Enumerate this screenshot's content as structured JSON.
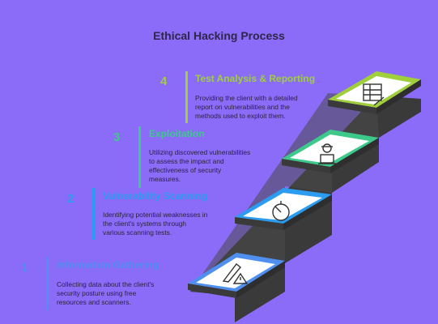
{
  "title": "Ethical Hacking Process",
  "colors": {
    "background": "#8b6cf8",
    "step1": "#4f8ff0",
    "step2": "#2b9cf0",
    "step3": "#3cc98a",
    "step4": "#9fcf3a",
    "stair_top": "#ffffff",
    "stair_side": "#3a3a3a"
  },
  "steps": [
    {
      "number": "1",
      "title": "Information Gathering",
      "description": "Collecting data about the client's\nsecurity posture using free\nresources and scanners.",
      "icon": "knife-warning-icon"
    },
    {
      "number": "2",
      "title": "Vulnerability Scanning",
      "description": "Identifying potential weaknesses in\nthe client's systems through\nvarious scanning tests.",
      "icon": "radar-scan-icon"
    },
    {
      "number": "3",
      "title": "Exploitation",
      "description": "Utilizing discovered vulnerabilities\nto assess the impact and\neffectiveness of security\nmeasures.",
      "icon": "hacker-laptop-icon"
    },
    {
      "number": "4",
      "title": "Test Analysis & Reporting",
      "description": "Providing the client with a detailed\nreport on vulnerabilities and the\nmethods used to exploit them.",
      "icon": "report-chart-icon"
    }
  ]
}
